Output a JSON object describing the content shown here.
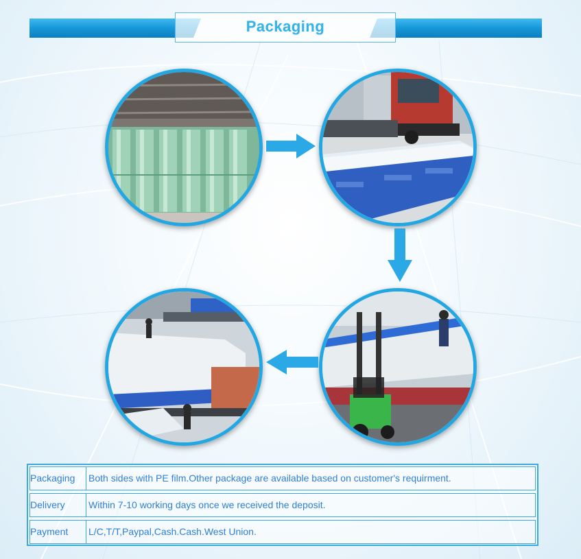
{
  "header": {
    "title": "Packaging",
    "bar_color": "#1a9fe0"
  },
  "photos": [
    {
      "id": "rolls",
      "name": "pe-film-rolls-photo"
    },
    {
      "id": "truck",
      "name": "sheets-on-truck-photo"
    },
    {
      "id": "fork",
      "name": "forklift-loading-photo"
    },
    {
      "id": "load",
      "name": "truck-loading-sheets-photo"
    }
  ],
  "flow_arrows": [
    {
      "icon": "arrow-right-icon"
    },
    {
      "icon": "arrow-down-icon"
    },
    {
      "icon": "arrow-left-icon"
    }
  ],
  "info_table": {
    "rows": [
      {
        "label": "Packaging",
        "value": "Both sides with PE film.Other package are available based on customer's requirment."
      },
      {
        "label": "Delivery",
        "value": "Within 7-10 working days once we received the deposit."
      },
      {
        "label": "Payment",
        "value": "L/C,T/T,Paypal,Cash.Cash.West Union."
      }
    ]
  },
  "colors": {
    "accent": "#23a7e3",
    "text": "#2f7fd6",
    "title": "#36b3e6"
  }
}
